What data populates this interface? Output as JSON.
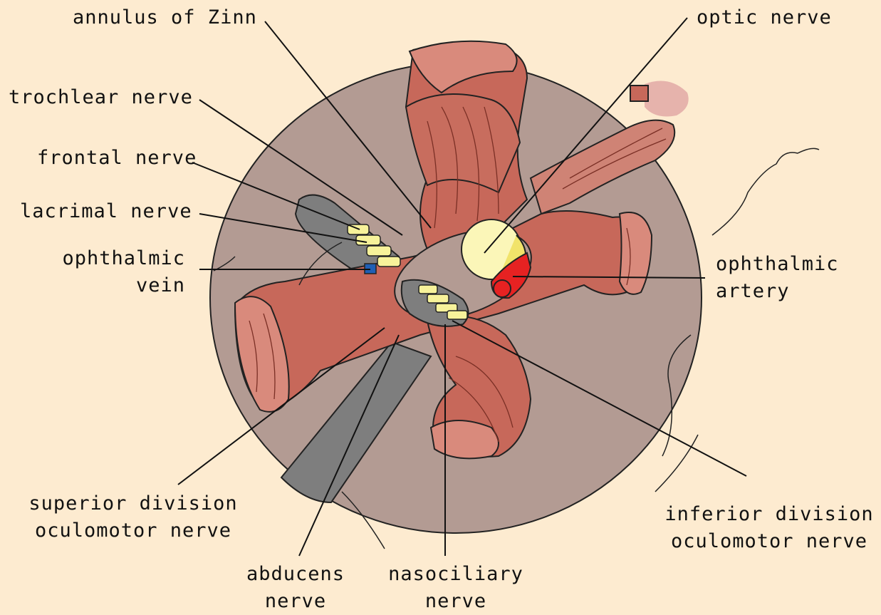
{
  "labels": {
    "annulus_of_zinn": "annulus of Zinn",
    "optic_nerve": "optic nerve",
    "trochlear_nerve": "trochlear nerve",
    "frontal_nerve": "frontal nerve",
    "lacrimal_nerve": "lacrimal nerve",
    "ophthalmic_vein": [
      "ophthalmic",
      "vein"
    ],
    "ophthalmic_artery": [
      "ophthalmic",
      "artery"
    ],
    "superior_division": [
      "superior division",
      "oculomotor nerve"
    ],
    "inferior_division": [
      "inferior division",
      "oculomotor nerve"
    ],
    "abducens_nerve": [
      "abducens",
      "nerve"
    ],
    "nasociliary_nerve": [
      "nasociliary",
      "nerve"
    ]
  },
  "colors": {
    "background": "#fdebd0",
    "orbit": "#b39b93",
    "muscle": "#c7685a",
    "muscle_dark": "#9e4236",
    "muscle_light": "#d98a7c",
    "nerve": "#f7f29a",
    "artery": "#e62222",
    "vein": "#1f5fb5",
    "gray_region": "#7e7e7e",
    "optic_nerve_fill": "#fbf6b8"
  }
}
